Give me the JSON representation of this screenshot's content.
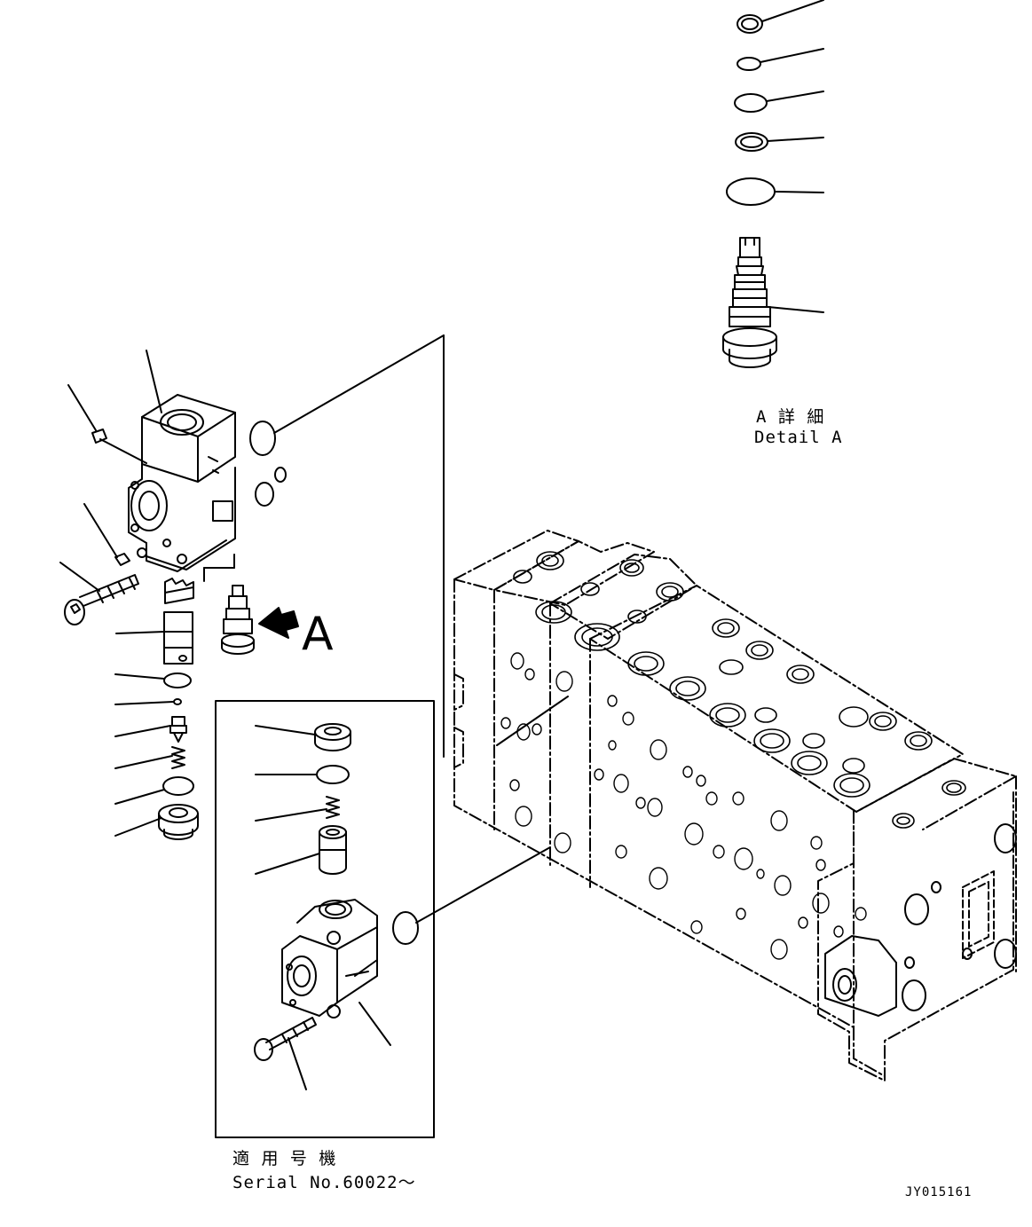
{
  "detail": {
    "title_jp": "A 詳 細",
    "title_en": "Detail A"
  },
  "callout": {
    "letter": "A"
  },
  "serial": {
    "title_jp": "適 用 号 機",
    "title_en": "Serial No.60022～"
  },
  "drawing_id": "JY015161"
}
